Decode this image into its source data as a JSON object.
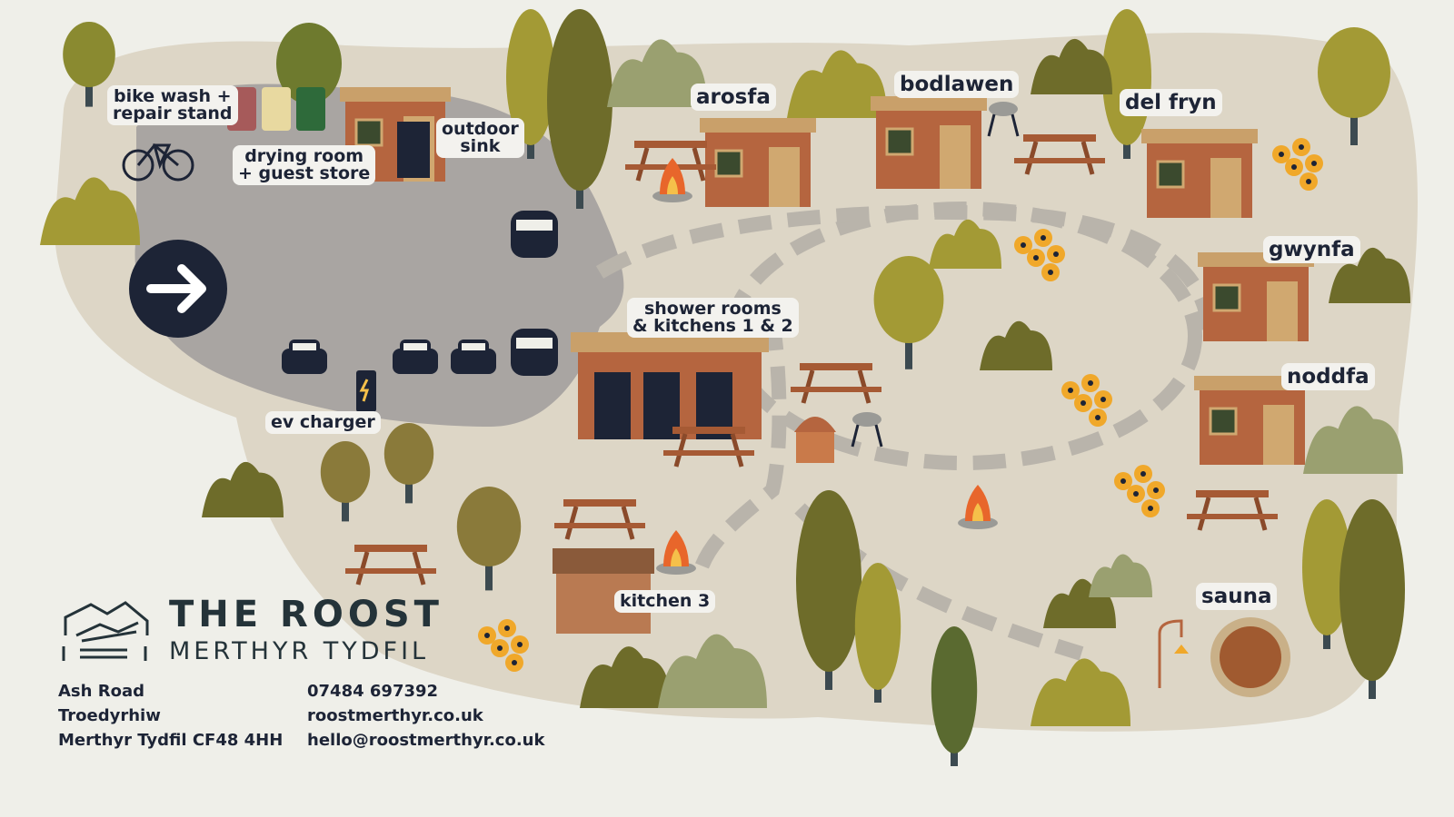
{
  "labels": {
    "bike_wash": [
      "bike wash +",
      "repair stand"
    ],
    "drying_room": [
      "drying room",
      "+ guest store"
    ],
    "outdoor_sink": [
      "outdoor",
      "sink"
    ],
    "arosfa": "arosfa",
    "bodlawen": "bodlawen",
    "del_fryn": "del fryn",
    "gwynfa": "gwynfa",
    "noddfa": "noddfa",
    "shower_rooms": [
      "shower rooms",
      "& kitchens 1 & 2"
    ],
    "ev_charger": "ev charger",
    "kitchen3": "kitchen 3",
    "sauna": "sauna"
  },
  "brand": {
    "name": "THE ROOST",
    "location": "MERTHYR TYDFIL"
  },
  "address": [
    "Ash Road",
    "Troedyrhiw",
    "Merthyr Tydfil CF48 4HH"
  ],
  "contact": {
    "phone": "07484 697392",
    "website": "roostmerthyr.co.uk",
    "email": "hello@roostmerthyr.co.uk"
  },
  "icons": [
    "entrance-arrow-icon",
    "bicycle-icon",
    "recycling-bins-icon",
    "campervan-icon",
    "car-icon",
    "ev-charger-icon",
    "cabin-icon",
    "tree-icon",
    "bush-icon",
    "picnic-table-icon",
    "fire-pit-icon",
    "bbq-icon",
    "pizza-oven-icon",
    "flowers-icon",
    "sauna-door-icon",
    "shower-icon"
  ],
  "colors": {
    "background": "#efefe9",
    "grounds": "#ddd6c6",
    "parking": "#a9a5a2",
    "path": "#b9b4ab",
    "cabin": "#b5653f",
    "navy": "#1d2436",
    "olive": "#8d8a2e"
  }
}
